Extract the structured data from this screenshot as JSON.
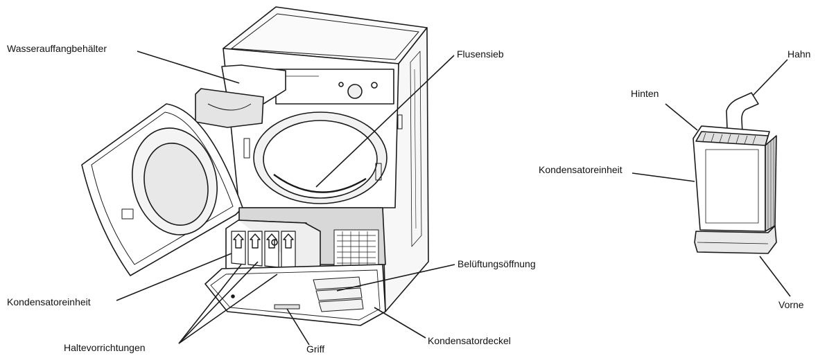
{
  "labels": {
    "water_container": "Wasserauffangbehälter",
    "lint_filter": "Flusensieb",
    "condenser_unit_left": "Kondensatoreinheit",
    "holding_devices": "Haltevorrichtungen",
    "handle": "Griff",
    "vent_opening": "Belüftungsöffnung",
    "condenser_cover": "Kondensatordeckel",
    "tap": "Hahn",
    "back": "Hinten",
    "condenser_unit_right": "Kondensatoreinheit",
    "front": "Vorne"
  },
  "colors": {
    "line": "#1a1a1a",
    "fill_light": "#f4f4f4",
    "fill_shade": "#d8d8d8",
    "background": "#ffffff"
  }
}
